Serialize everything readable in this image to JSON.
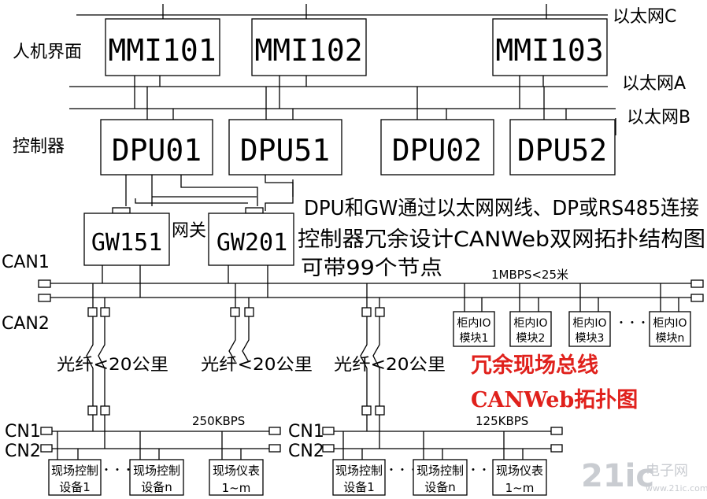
{
  "ethernet": {
    "c": "以太网C",
    "a": "以太网A",
    "b": "以太网B"
  },
  "side_labels": {
    "hmi": "人机界面",
    "controller": "控制器",
    "gateway": "网关"
  },
  "mmi": [
    "MMI101",
    "MMI102",
    "MMI103"
  ],
  "dpu": [
    "DPU01",
    "DPU51",
    "DPU02",
    "DPU52"
  ],
  "gw": [
    "GW151",
    "GW201"
  ],
  "notes": {
    "connect": "DPU和GW通过以太网网线、DP或RS485连接",
    "title": "控制器冗余设计CANWeb双网拓扑结构图",
    "nodes": "可带99个节点"
  },
  "can": {
    "can1": "CAN1",
    "can2": "CAN2",
    "speed": "1MBPS<25米"
  },
  "cabinet_modules": {
    "items": [
      {
        "line1": "柜内IO",
        "line2": "模块1"
      },
      {
        "line1": "柜内IO",
        "line2": "模块2"
      },
      {
        "line1": "柜内IO",
        "line2": "模块3"
      },
      {
        "line1": "柜内IO",
        "line2": "模块n"
      }
    ],
    "ellipsis": "・・・"
  },
  "fiber": [
    "光纤<20公里",
    "光纤<20公里",
    "光纤<20公里"
  ],
  "red_title": {
    "line1": "冗余现场总线",
    "line2": "CANWeb拓扑图"
  },
  "field_left": {
    "cn1": "CN1",
    "cn2": "CN2",
    "speed": "250KBPS",
    "devices": [
      {
        "line1": "现场控制",
        "line2": "设备1"
      },
      {
        "line1": "现场控制",
        "line2": "设备n"
      },
      {
        "line1": "现场仪表",
        "line2": "1~m"
      }
    ],
    "ellipsis": "・・・"
  },
  "field_right": {
    "cn1": "CN1",
    "cn2": "CN2",
    "speed": "125KBPS",
    "devices": [
      {
        "line1": "现场控制",
        "line2": "设备1"
      },
      {
        "line1": "现场控制",
        "line2": "设备n"
      },
      {
        "line1": "现场仪表",
        "line2": "1~m"
      }
    ],
    "ellipsis": "・・・"
  },
  "watermark": {
    "brand": "21ic",
    "cn": "电子网",
    "url": "www.21ic.com"
  }
}
